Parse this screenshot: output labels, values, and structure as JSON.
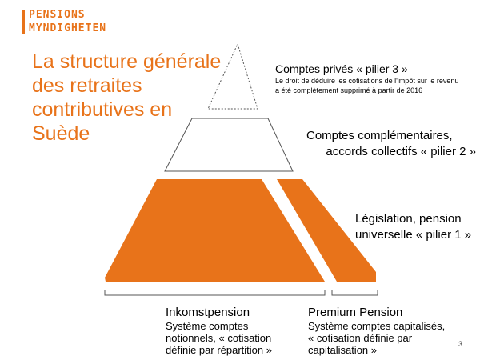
{
  "brand": {
    "line1": "PENSIONS",
    "line2": "MYNDIGHETEN",
    "color": "#e8731a"
  },
  "title": {
    "line1": "La structure générale",
    "line2": "des retraites",
    "line3": "contributives en",
    "line4": "Suède"
  },
  "pillars": {
    "pillar3": {
      "label": "Comptes privés « pilier 3 »",
      "note_line1": "Le droit de déduire les cotisations de l'impôt sur le revenu",
      "note_line2": "a été complètement supprimé à partir de 2016"
    },
    "pillar2": {
      "line1": "Comptes complémentaires,",
      "line2": "accords collectifs  « pilier 2 »"
    },
    "pillar1": {
      "line1": "Législation, pension",
      "line2": "universelle « pilier 1 »"
    }
  },
  "components": {
    "inkomst": {
      "title": "Inkomstpension",
      "line1": "Système comptes",
      "line2": "notionnels, « cotisation",
      "line3": "définie par répartition »"
    },
    "premium": {
      "title": "Premium Pension",
      "line1": "Système comptes capitalisés,",
      "line2": "« cotisation définie par",
      "line3": "capitalisation »"
    }
  },
  "page_number": "3",
  "colors": {
    "accent": "#e8731a",
    "outline": "#555555",
    "text": "#000000"
  }
}
